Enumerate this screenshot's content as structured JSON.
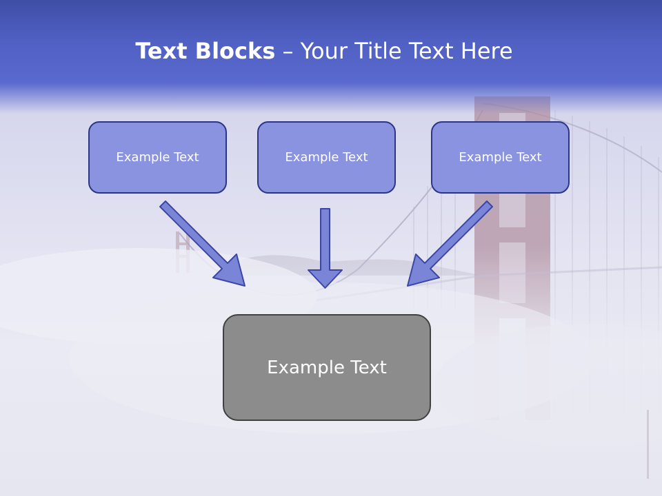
{
  "slide": {
    "title_bold": "Text Blocks",
    "title_dash": "–",
    "title_rest": "Your Title Text Here"
  },
  "diagram": {
    "inputs": [
      {
        "label": "Example Text"
      },
      {
        "label": "Example Text"
      },
      {
        "label": "Example Text"
      }
    ],
    "result": {
      "label": "Example Text"
    }
  },
  "colors": {
    "header": "#5060c3",
    "input_fill": "#8a93df",
    "input_border": "#2b3585",
    "arrow_fill": "#7b85d8",
    "arrow_border": "#3b46a3",
    "result_fill": "#8c8c8c",
    "result_border": "#404040"
  },
  "icons": [
    "arrow-down-right-icon",
    "arrow-down-icon",
    "arrow-down-left-icon"
  ]
}
